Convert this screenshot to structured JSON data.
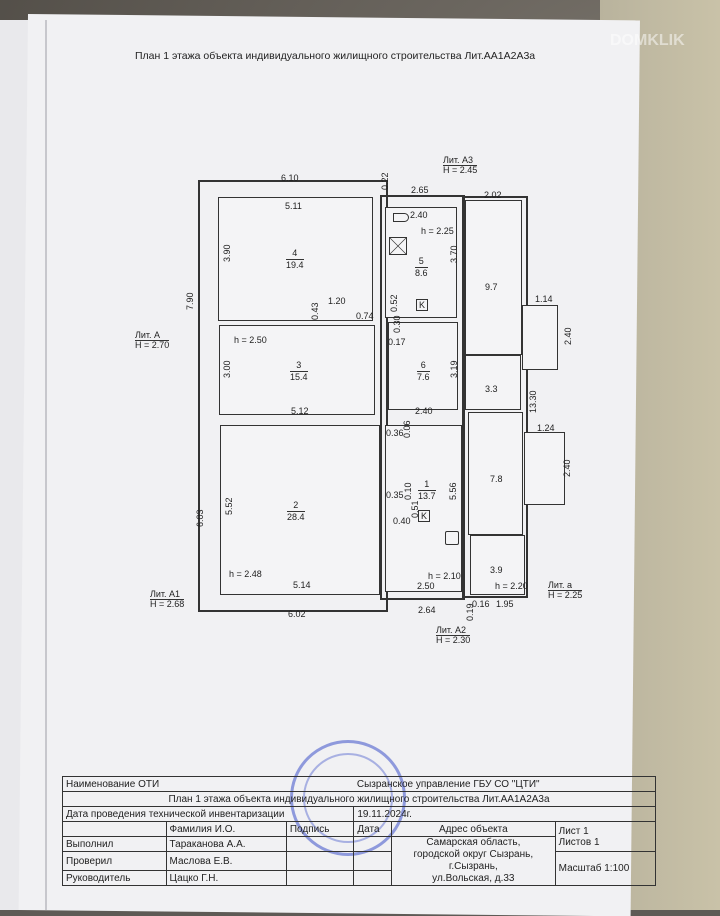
{
  "title": "План 1 этажа объекта индивидуального жилищного строительства  Лит.АА1А2А3а",
  "watermark": "DOMKLIK",
  "rooms": [
    {
      "num": "4",
      "area": "19.4"
    },
    {
      "num": "3",
      "area": "15.4"
    },
    {
      "num": "2",
      "area": "28.4"
    },
    {
      "num": "5",
      "area": "8.6"
    },
    {
      "num": "6",
      "area": "7.6"
    },
    {
      "num": "1",
      "area": "13.7"
    },
    {
      "area": "9.7"
    },
    {
      "area": "3.3"
    },
    {
      "area": "7.8"
    },
    {
      "area": "3.9"
    }
  ],
  "heights": [
    "h = 2.50",
    "h = 2.25",
    "h = 2.48",
    "h = 2.10",
    "h = 2.20"
  ],
  "liters": [
    {
      "name": "Лит. А",
      "h": "Н = 2.70"
    },
    {
      "name": "Лит. А1",
      "h": "Н = 2.68"
    },
    {
      "name": "Лит. А2",
      "h": "Н = 2.30"
    },
    {
      "name": "Лит. А3",
      "h": "Н = 2.45"
    },
    {
      "name": "Лит. а",
      "h": "Н = 2.25"
    }
  ],
  "dims": [
    "6.10",
    "5.11",
    "0.22",
    "2.65",
    "2.02",
    "2.40",
    "3.90",
    "7.90",
    "3.70",
    "1.20",
    "0.43",
    "0.74",
    "0.52",
    "0.30",
    "0.17",
    "1.14",
    "2.40",
    "3.00",
    "3.19",
    "5.12",
    "2.40",
    "3.3",
    "13.30",
    "0.36",
    "0.06",
    "1.24",
    "2.40",
    "5.52",
    "6.03",
    "0.35",
    "0.10",
    "0.51",
    "0.40",
    "5.56",
    "5.14",
    "6.02",
    "2.50",
    "2.64",
    "0.16",
    "1.95",
    "0.19",
    "K",
    "K"
  ],
  "table": {
    "oti_label": "Наименование ОТИ",
    "oti_value": "Сызранское управление ГБУ СО \"ЦТИ\"",
    "plan_title": "План 1 этажа объекта индивидуального жилищного строительства  Лит.АА1А2А3а",
    "date_label": "Дата проведения технической инвентаризации",
    "date_value": "19.11.2024г.",
    "col_name": "Фамилия И.О.",
    "col_sign": "Подпись",
    "col_date": "Дата",
    "col_address": "Адрес объекта",
    "rows": [
      {
        "role": "Выполнил",
        "name": "Тараканова А.А."
      },
      {
        "role": "Проверил",
        "name": "Маслова Е.В."
      },
      {
        "role": "Руководитель",
        "name": "Цацко Г.Н."
      }
    ],
    "address": [
      "Самарская область,",
      "городской округ Сызрань,",
      "г.Сызрань,",
      "ул.Вольская, д.33"
    ],
    "sheet_label": "Лист",
    "sheet_value": "1",
    "sheets_label": "Листов",
    "sheets_value": "1",
    "scale_label": "Масштаб",
    "scale_value": "1:100"
  }
}
